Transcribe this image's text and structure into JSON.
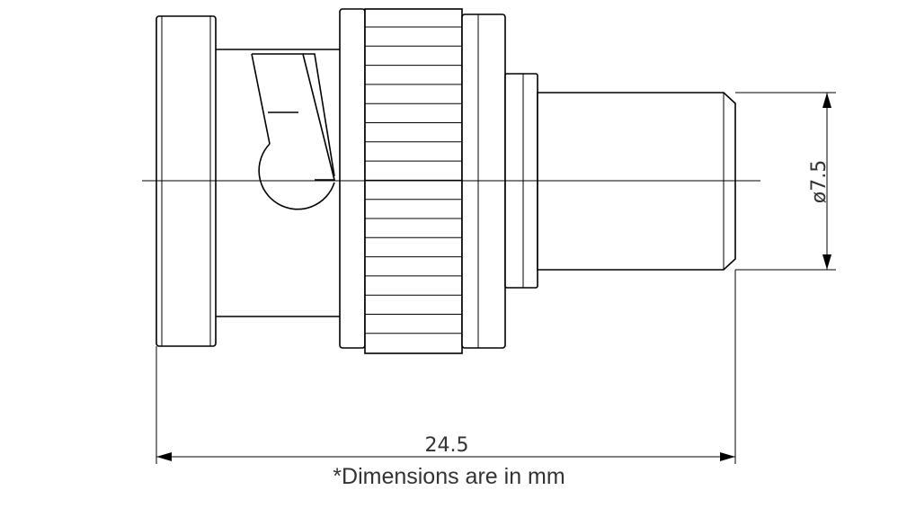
{
  "dimensions": {
    "length_label": "24.5",
    "diameter_label": "ø7.5"
  },
  "caption": "*Dimensions are in mm"
}
